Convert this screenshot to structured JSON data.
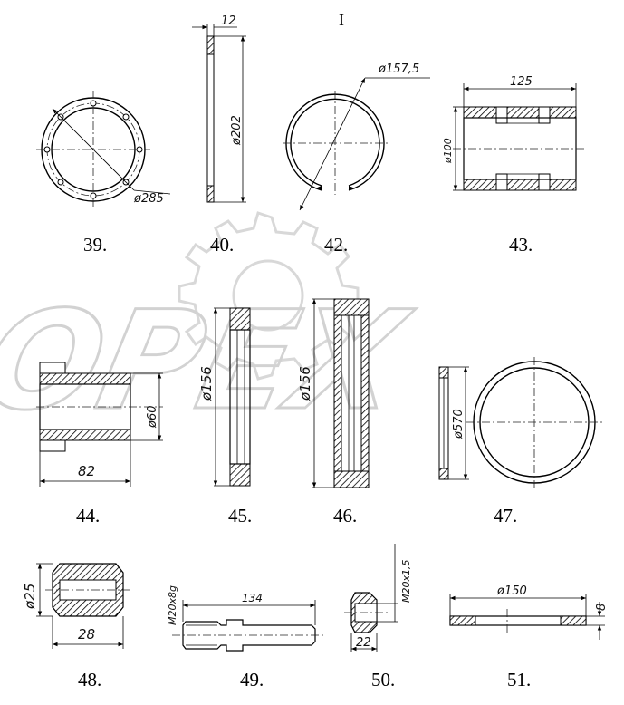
{
  "watermark": "OPEX",
  "parts": [
    {
      "id": "39",
      "label": "39.",
      "dimension": "ø285"
    },
    {
      "id": "40",
      "label": "40.",
      "dimensions": [
        "12",
        "ø202"
      ]
    },
    {
      "id": "42",
      "label": "42.",
      "dimension": "ø157,5"
    },
    {
      "id": "43",
      "label": "43.",
      "dimensions": [
        "125",
        "ø100"
      ]
    },
    {
      "id": "44",
      "label": "44.",
      "dimensions": [
        "ø60",
        "82"
      ]
    },
    {
      "id": "45",
      "label": "45.",
      "dimension": "ø156"
    },
    {
      "id": "46",
      "label": "46.",
      "dimension": "ø156"
    },
    {
      "id": "47",
      "label": "47.",
      "dimension": "ø570"
    },
    {
      "id": "48",
      "label": "48.",
      "dimensions": [
        "ø25",
        "28"
      ]
    },
    {
      "id": "49",
      "label": "49.",
      "dimensions": [
        "M20x8g",
        "134"
      ]
    },
    {
      "id": "50",
      "label": "50.",
      "dimensions": [
        "M20x1,5",
        "22"
      ]
    },
    {
      "id": "51",
      "label": "51.",
      "dimensions": [
        "ø150",
        "8"
      ]
    }
  ]
}
